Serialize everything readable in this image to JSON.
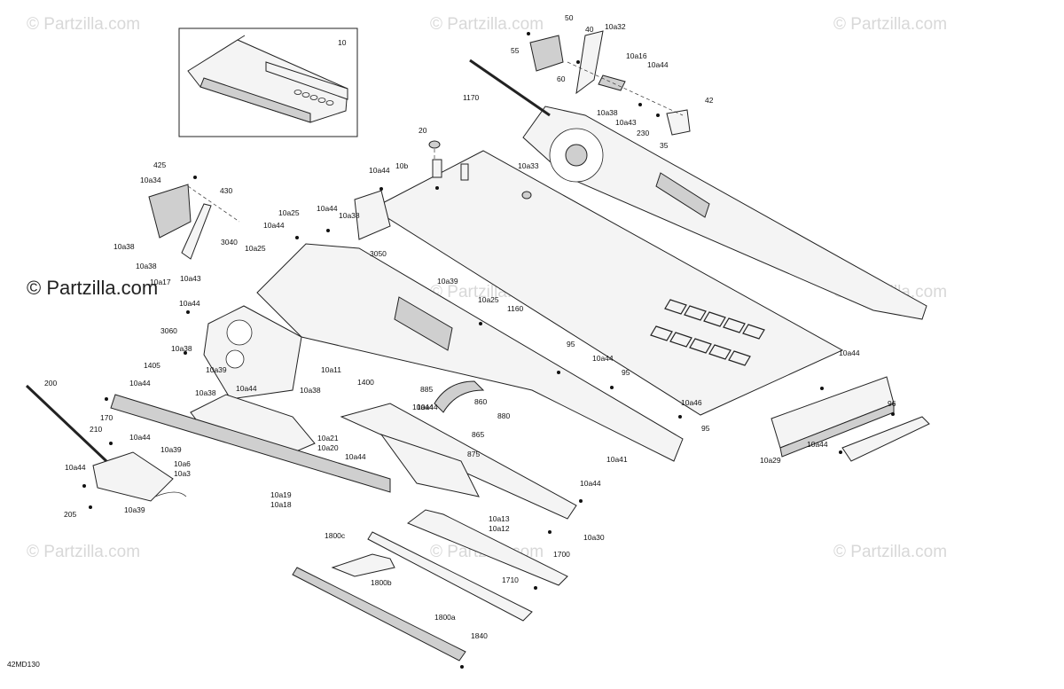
{
  "watermarks": {
    "brand": "© Partzilla.com",
    "diagram_code": "42MD130"
  },
  "inset": {
    "label": "10"
  },
  "callouts": [
    "50",
    "10a32",
    "40",
    "55",
    "60",
    "10a16",
    "10a44",
    "1170",
    "10a38",
    "10a43",
    "42",
    "230",
    "35",
    "20",
    "10a44",
    "10b",
    "10a33",
    "425",
    "10a34",
    "430",
    "10a25",
    "10a44",
    "10a38",
    "10a44",
    "3040",
    "10a25",
    "3050",
    "10a38",
    "10a38",
    "10a17",
    "10a43",
    "10a39",
    "10a44",
    "1160",
    "10a25",
    "3060",
    "10a38",
    "10a39",
    "1405",
    "10a11",
    "10a38",
    "10a44",
    "10a38",
    "1400",
    "95",
    "10a44",
    "95",
    "885",
    "10a44",
    "860",
    "865",
    "880",
    "10a46",
    "95",
    "10a41",
    "875",
    "10a44",
    "200",
    "10a44",
    "170",
    "210",
    "10a44",
    "10a39",
    "10a6",
    "10a3",
    "10a44",
    "205",
    "10a39",
    "10a21",
    "10a20",
    "10a44",
    "10a19",
    "10a18",
    "10a44",
    "10a13",
    "10a12",
    "10a30",
    "1800c",
    "1700",
    "1800b",
    "1710",
    "1800a",
    "1840",
    "10a44",
    "10a29",
    "10a44",
    "96"
  ]
}
